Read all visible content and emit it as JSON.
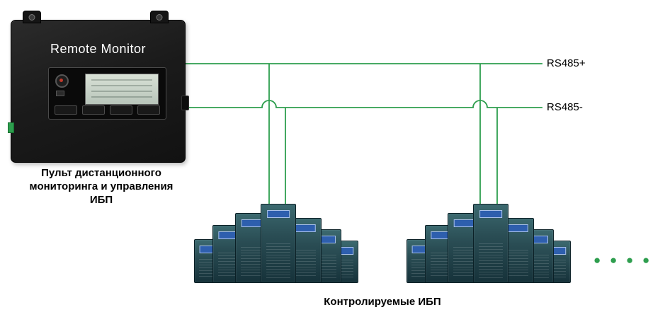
{
  "device": {
    "title": "Remote Monitor",
    "caption": "Пульт дистанционного мониторинга и управления ИБП"
  },
  "bus": {
    "plus_label": "RS485+",
    "minus_label": "RS485-"
  },
  "ups": {
    "caption": "Контролируемые ИБП",
    "more_indicator": "● ● ● ●"
  },
  "colors": {
    "wire": "#2e9e4e"
  }
}
